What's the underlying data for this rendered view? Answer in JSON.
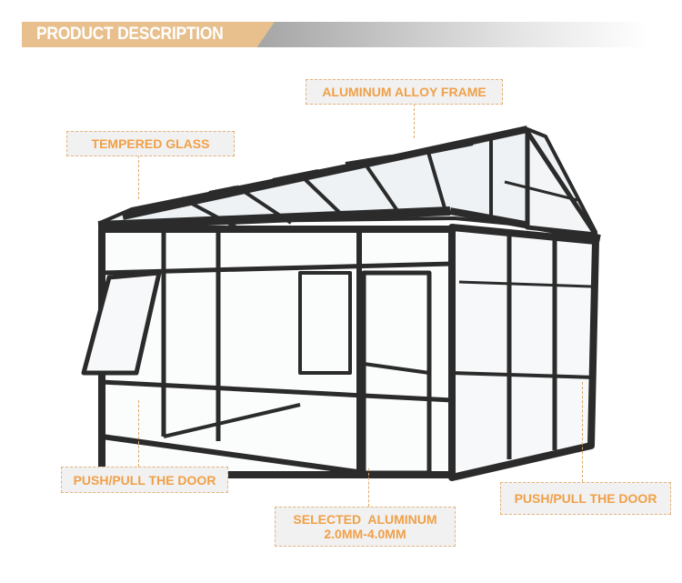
{
  "header": {
    "title": "PRODUCT DESCRIPTION"
  },
  "labels": {
    "frame": "ALUMINUM ALLOY FRAME",
    "glass": "TEMPERED GLASS",
    "door_left": "PUSH/PULL THE DOOR",
    "door_right": "PUSH/PULL THE DOOR",
    "aluminum_line1": "SELECTED  ALUMINUM",
    "aluminum_line2": "2.0MM-4.0MM"
  },
  "colors": {
    "accent": "#f0a048",
    "header_tan": "#e8c08e",
    "frame": "#2b2b2b"
  }
}
